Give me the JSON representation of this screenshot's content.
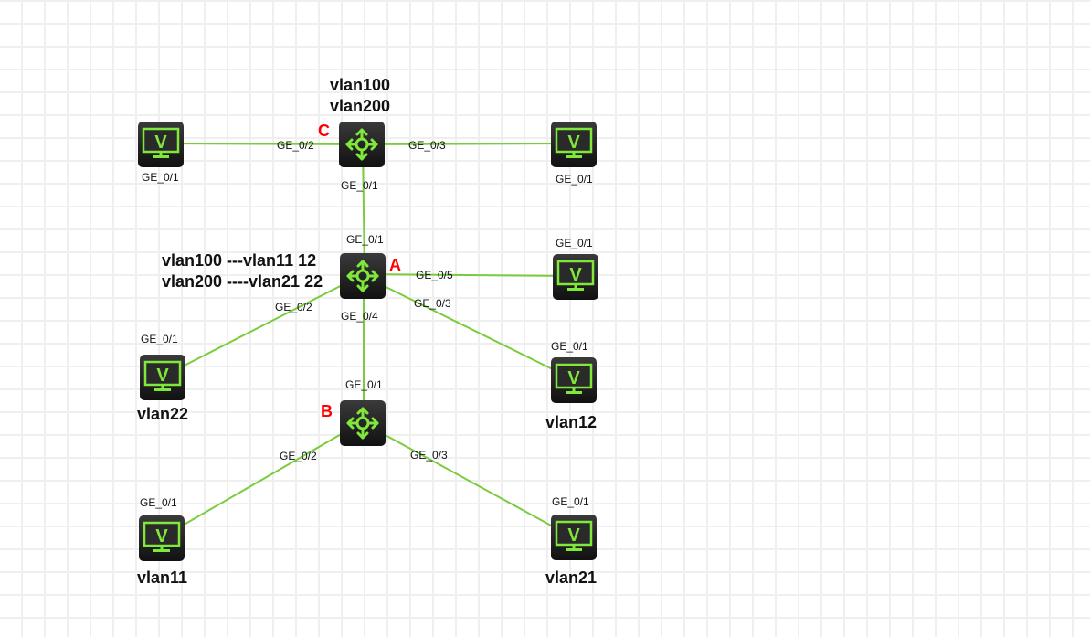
{
  "colors": {
    "link": "#7acc3e",
    "icon_green": "#7fe83a",
    "device_tag": "#ff0000"
  },
  "switches": [
    {
      "id": "C",
      "label": "C",
      "icon": "router-switch-icon",
      "notes": [
        "vlan100",
        "vlan200"
      ]
    },
    {
      "id": "A",
      "label": "A",
      "icon": "router-switch-icon",
      "notes": [
        "vlan100  ---vlan11 12",
        "vlan200 ----vlan21 22"
      ]
    },
    {
      "id": "B",
      "label": "B",
      "icon": "router-switch-icon",
      "notes": []
    }
  ],
  "hosts": [
    {
      "id": "pc-c-left",
      "name": "",
      "port": "GE_0/1",
      "icon": "vpc-monitor-icon"
    },
    {
      "id": "pc-c-right",
      "name": "",
      "port": "GE_0/1",
      "icon": "vpc-monitor-icon"
    },
    {
      "id": "pc-a-right",
      "name": "",
      "port": "GE_0/1",
      "icon": "vpc-monitor-icon"
    },
    {
      "id": "vlan22",
      "name": "vlan22",
      "port": "GE_0/1",
      "icon": "vpc-monitor-icon"
    },
    {
      "id": "vlan12",
      "name": "vlan12",
      "port": "GE_0/1",
      "icon": "vpc-monitor-icon"
    },
    {
      "id": "vlan11",
      "name": "vlan11",
      "port": "GE_0/1",
      "icon": "vpc-monitor-icon"
    },
    {
      "id": "vlan21",
      "name": "vlan21",
      "port": "GE_0/1",
      "icon": "vpc-monitor-icon"
    }
  ],
  "links": [
    {
      "from": "C",
      "from_port": "GE_0/2",
      "to": "pc-c-left",
      "to_port": "GE_0/1"
    },
    {
      "from": "C",
      "from_port": "GE_0/3",
      "to": "pc-c-right",
      "to_port": "GE_0/1"
    },
    {
      "from": "C",
      "from_port": "GE_0/1",
      "to": "A",
      "to_port": "GE_0/1"
    },
    {
      "from": "A",
      "from_port": "GE_0/5",
      "to": "pc-a-right",
      "to_port": "GE_0/1"
    },
    {
      "from": "A",
      "from_port": "GE_0/3",
      "to": "vlan12",
      "to_port": "GE_0/1"
    },
    {
      "from": "A",
      "from_port": "GE_0/2",
      "to": "vlan22",
      "to_port": "GE_0/1"
    },
    {
      "from": "A",
      "from_port": "GE_0/4",
      "to": "B",
      "to_port": "GE_0/1"
    },
    {
      "from": "B",
      "from_port": "GE_0/2",
      "to": "vlan11",
      "to_port": "GE_0/1"
    },
    {
      "from": "B",
      "from_port": "GE_0/3",
      "to": "vlan21",
      "to_port": "GE_0/1"
    }
  ]
}
